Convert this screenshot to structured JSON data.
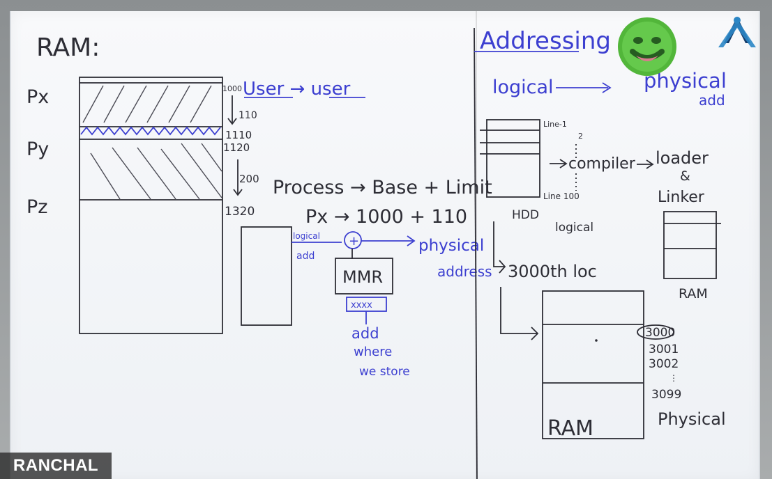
{
  "video": {
    "channel_banner": "RANCHAL"
  },
  "left_panel": {
    "title": "RAM:",
    "rows": {
      "px": "Px",
      "py": "Py",
      "pz": "Pz"
    },
    "scale": {
      "v1000": "1000",
      "v110": "110",
      "v1110": "1110",
      "v1120": "1120",
      "v200": "200",
      "v1320": "1320"
    },
    "text": {
      "user_to_user": "User → user",
      "process_line": "Process → Base + Limit",
      "px_line": "Px → 1000 + 110",
      "logical_addr": "logical",
      "logical_addr2": "add",
      "plus": "+",
      "mmr": "MMR",
      "mmr_reg": "xxxx",
      "physical": "physical",
      "physical2": "address",
      "note1": "add",
      "note2": "where",
      "note3": "we store"
    }
  },
  "right_panel": {
    "title": "Addressing",
    "mapping_left": "logical",
    "mapping_right": "physical",
    "mapping_right2": "add",
    "hdd": {
      "label": "HDD",
      "line_1": "Line-1",
      "line_2": "2",
      "line_100": "Line 100",
      "compiler": "compiler",
      "loader": "loader",
      "amp": "&",
      "linker": "Linker",
      "logical": "logical",
      "ram": "RAM"
    },
    "location": "3000th loc",
    "addresses": {
      "a1": "3000",
      "a2": "3001",
      "a3": "3002",
      "a4": "3099",
      "physical": "Physical",
      "ram": "RAM"
    }
  }
}
